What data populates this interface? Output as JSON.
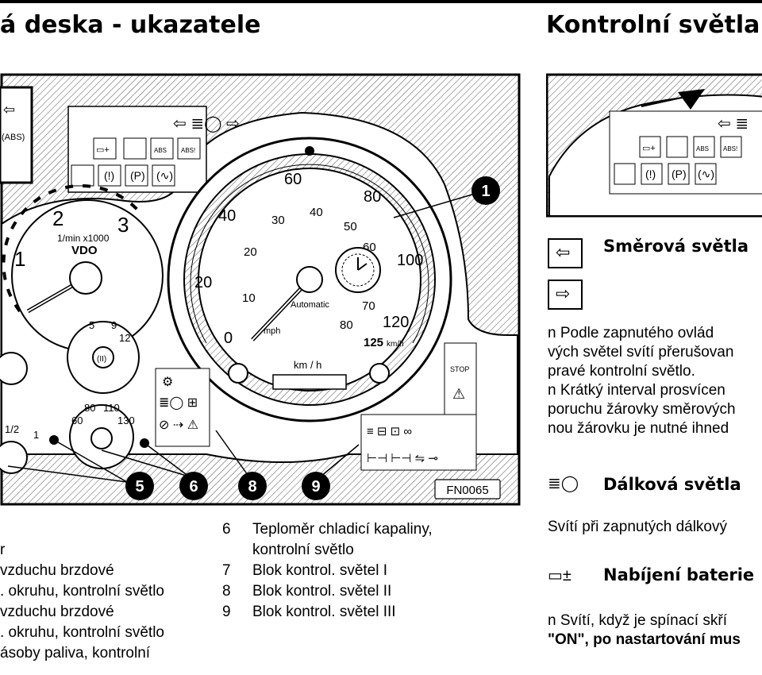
{
  "headings": {
    "left": "á deska - ukazatele",
    "right": "Kontrolní světla"
  },
  "figure": {
    "code": "FN0065",
    "callouts": [
      "1",
      "5",
      "6",
      "8",
      "9"
    ],
    "speedo_ticks": [
      "0",
      "20",
      "40",
      "60",
      "80",
      "100",
      "120"
    ],
    "speedo_inner": [
      "10",
      "20",
      "30",
      "40",
      "50",
      "60",
      "70",
      "80",
      "125"
    ],
    "units_mph": "mph",
    "units_kmh": "km/h",
    "automatic": "Automatic",
    "kmh_label": "km / h",
    "tacho_brand": "VDO",
    "tacho_unit": "1/min x1000",
    "tacho_ticks": [
      "1",
      "2",
      "3"
    ],
    "temp_ticks": [
      "60",
      "80",
      "110",
      "130"
    ],
    "small_ticks": [
      "5",
      "9",
      "12"
    ],
    "fuel_ticks": [
      "1/2",
      "1"
    ],
    "abs": "ABS",
    "stop": "STOP"
  },
  "right_panel": {
    "sections": [
      {
        "title": "Směrová světla",
        "lines": [
          "n  Podle zapnutého ovlád",
          "vých světel svítí přerušovan",
          "pravé kontrolní světlo.",
          "n  Krátký interval prosvícen",
          "poruchu žárovky směrových",
          "nou žárovku je nutné ihned"
        ]
      },
      {
        "title": "Dálková světla",
        "lines": [
          "Svítí při zapnutých dálkový"
        ]
      },
      {
        "title": "Nabíjení baterie",
        "lines": [
          "n  Svítí, když je spínací skří",
          "\"ON\", po nastartování mus"
        ]
      }
    ]
  },
  "left_legend": {
    "lines": [
      "r",
      "vzduchu brzdové",
      ". okruhu, kontrolní světlo",
      "vzduchu brzdové",
      ". okruhu, kontrolní světlo",
      "ásoby paliva, kontrolní"
    ]
  },
  "legend": [
    {
      "num": "6",
      "text": "Teploměr chladicí kapaliny,",
      "cont": "kontrolní světlo"
    },
    {
      "num": "7",
      "text": "Blok kontrol. světel I"
    },
    {
      "num": "8",
      "text": "Blok kontrol. světel II"
    },
    {
      "num": "9",
      "text": "Blok kontrol. světel III"
    }
  ]
}
